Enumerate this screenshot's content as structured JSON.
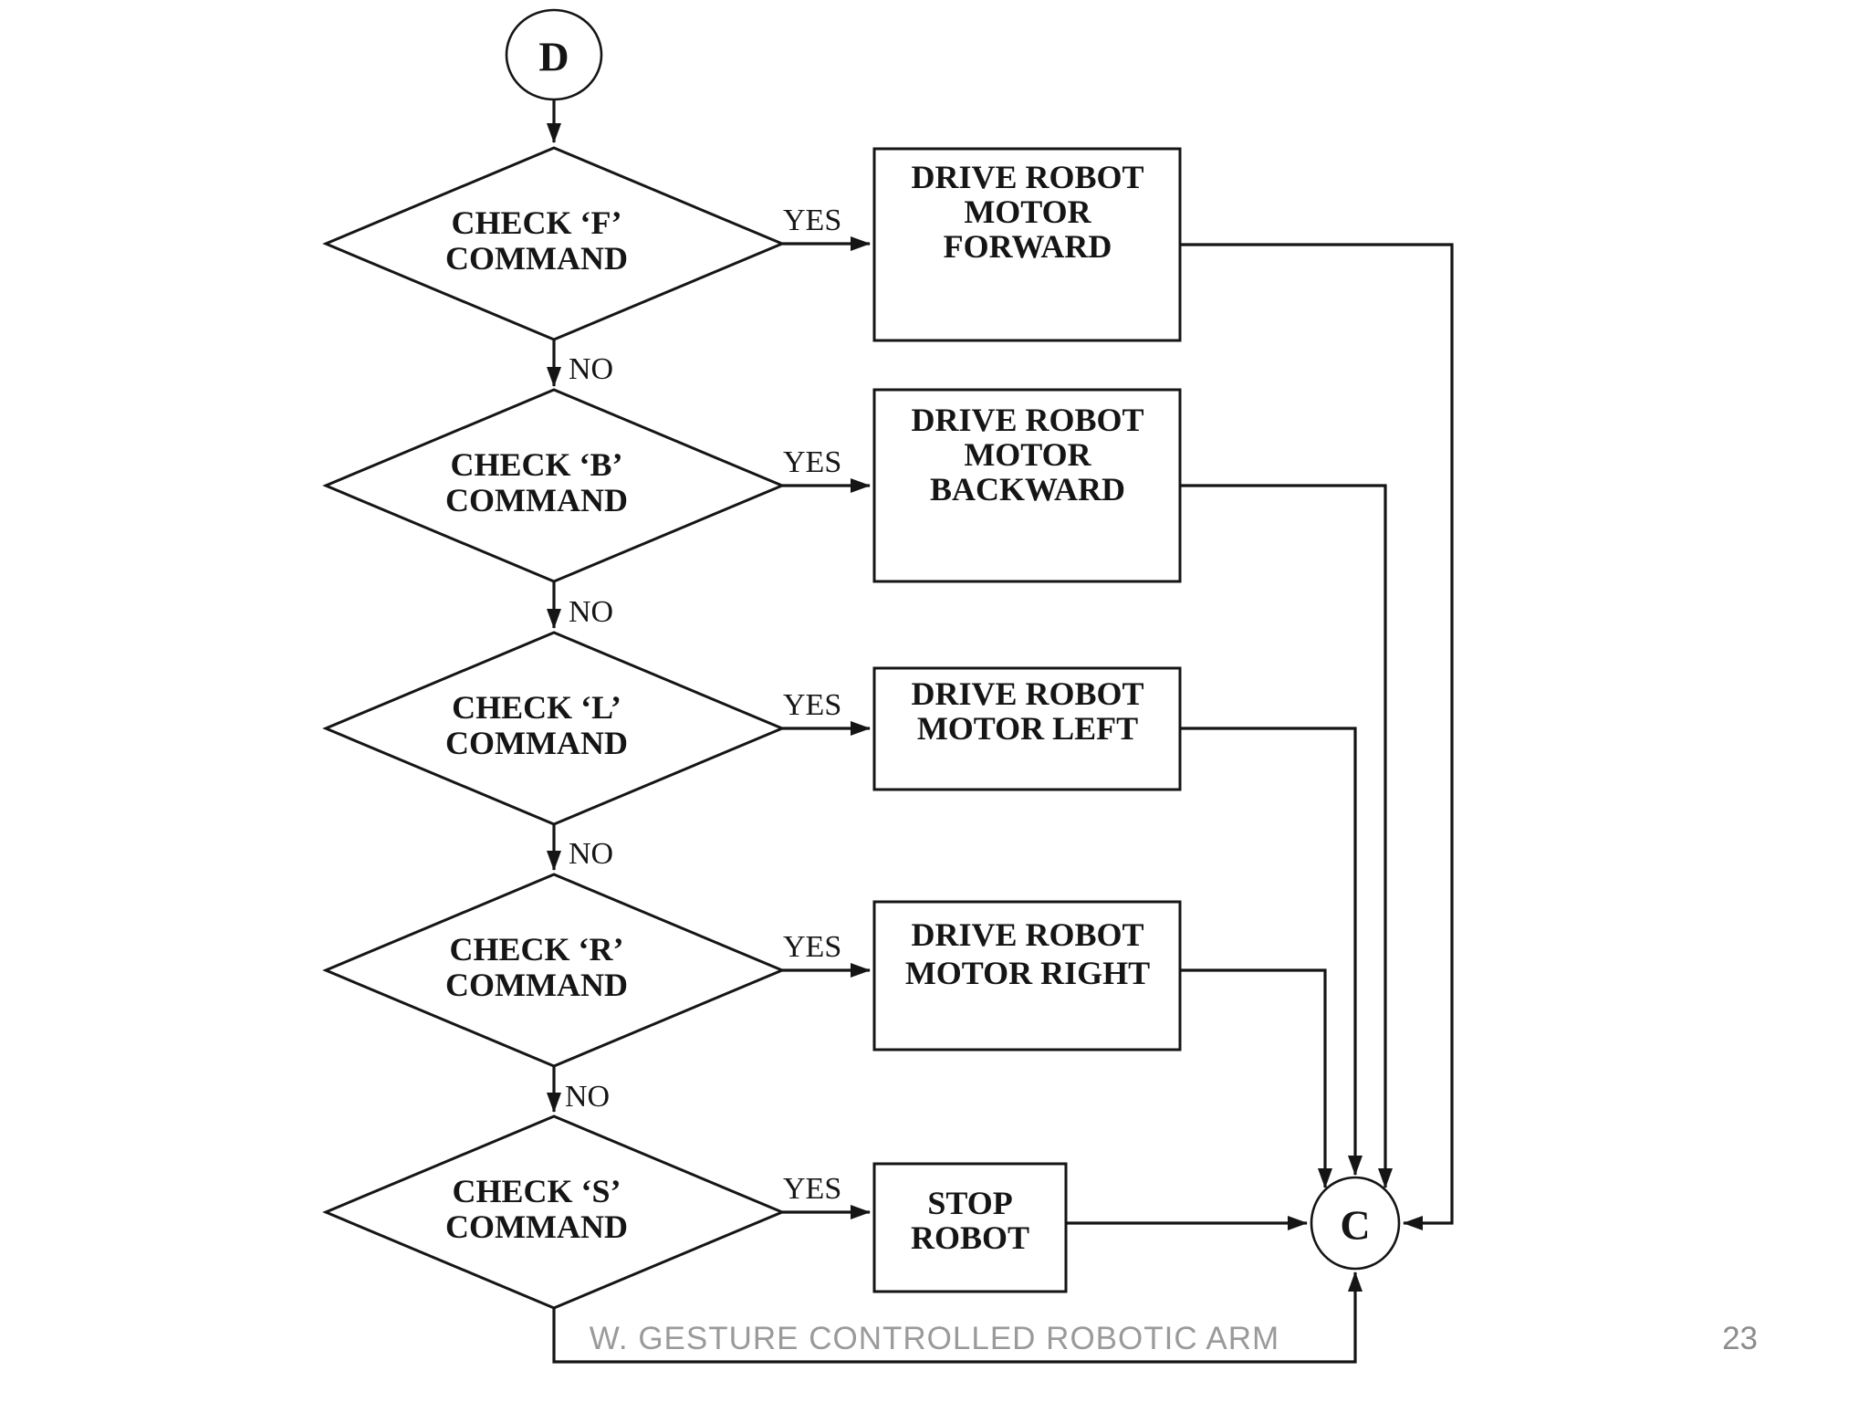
{
  "slide": {
    "footer_text": "W. GESTURE CONTROLLED ROBOTIC ARM",
    "page_number": "23"
  },
  "flowchart": {
    "start_connector": "D",
    "end_connector": "C",
    "branch_labels": {
      "yes": "YES",
      "no": "NO"
    },
    "decisions": [
      {
        "id": "check-f",
        "line1": "CHECK ‘F’",
        "line2": "COMMAND"
      },
      {
        "id": "check-b",
        "line1": "CHECK ‘B’",
        "line2": "COMMAND"
      },
      {
        "id": "check-l",
        "line1": "CHECK ‘L’",
        "line2": "COMMAND"
      },
      {
        "id": "check-r",
        "line1": "CHECK ‘R’",
        "line2": "COMMAND"
      },
      {
        "id": "check-s",
        "line1": "CHECK ‘S’",
        "line2": "COMMAND"
      }
    ],
    "processes": [
      {
        "id": "forward",
        "line1": "DRIVE ROBOT",
        "line2": "MOTOR",
        "line3": "FORWARD"
      },
      {
        "id": "backward",
        "line1": "DRIVE ROBOT",
        "line2": "MOTOR",
        "line3": "BACKWARD"
      },
      {
        "id": "left",
        "line1": "DRIVE ROBOT",
        "line2": "MOTOR LEFT",
        "line3": ""
      },
      {
        "id": "right",
        "line1": "DRIVE ROBOT",
        "line2": "MOTOR RIGHT",
        "line3": ""
      },
      {
        "id": "stop",
        "line1": "STOP",
        "line2": "ROBOT",
        "line3": ""
      }
    ]
  },
  "colors": {
    "line": "#151515",
    "text": "#151515",
    "footer_text": "#9a9a9a",
    "page_number": "#8c8c8c",
    "background": "#ffffff"
  }
}
